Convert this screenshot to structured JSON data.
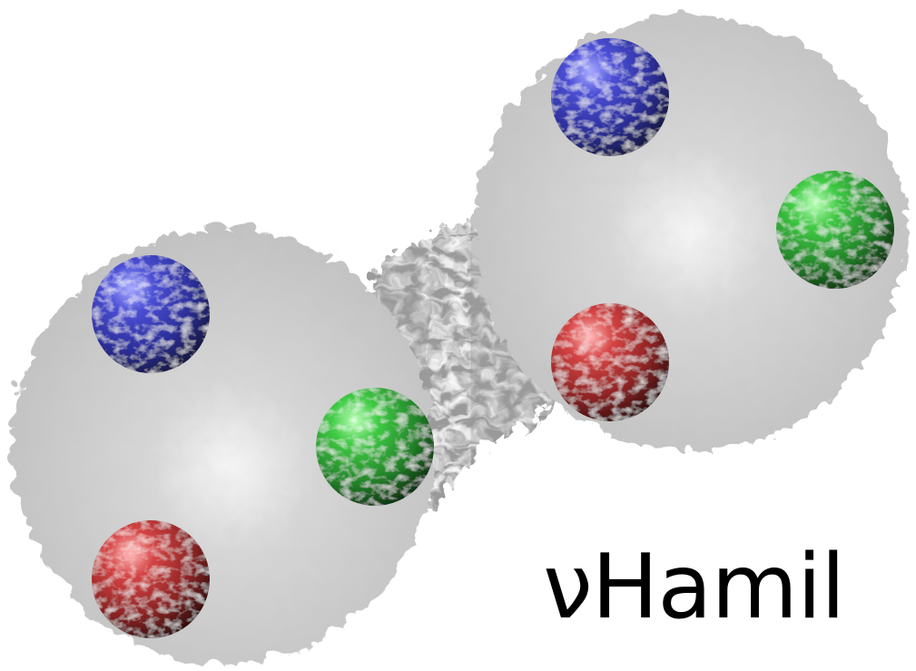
{
  "logo": {
    "text": "νHamil"
  },
  "colors": {
    "background": "#ffffff",
    "cloud": "#c8c8c8",
    "cloud_core": "#f2f2f2",
    "quark_blue": "#3b3fc8",
    "quark_green": "#35b43a",
    "quark_red": "#c83232",
    "text": "#000000"
  },
  "scene": {
    "description_icon": "two-baryons-quark-clouds-icon",
    "nucleons": [
      {
        "name": "left-nucleon",
        "quarks": [
          "blue",
          "green",
          "red"
        ]
      },
      {
        "name": "right-nucleon",
        "quarks": [
          "blue",
          "green",
          "red"
        ]
      }
    ]
  }
}
